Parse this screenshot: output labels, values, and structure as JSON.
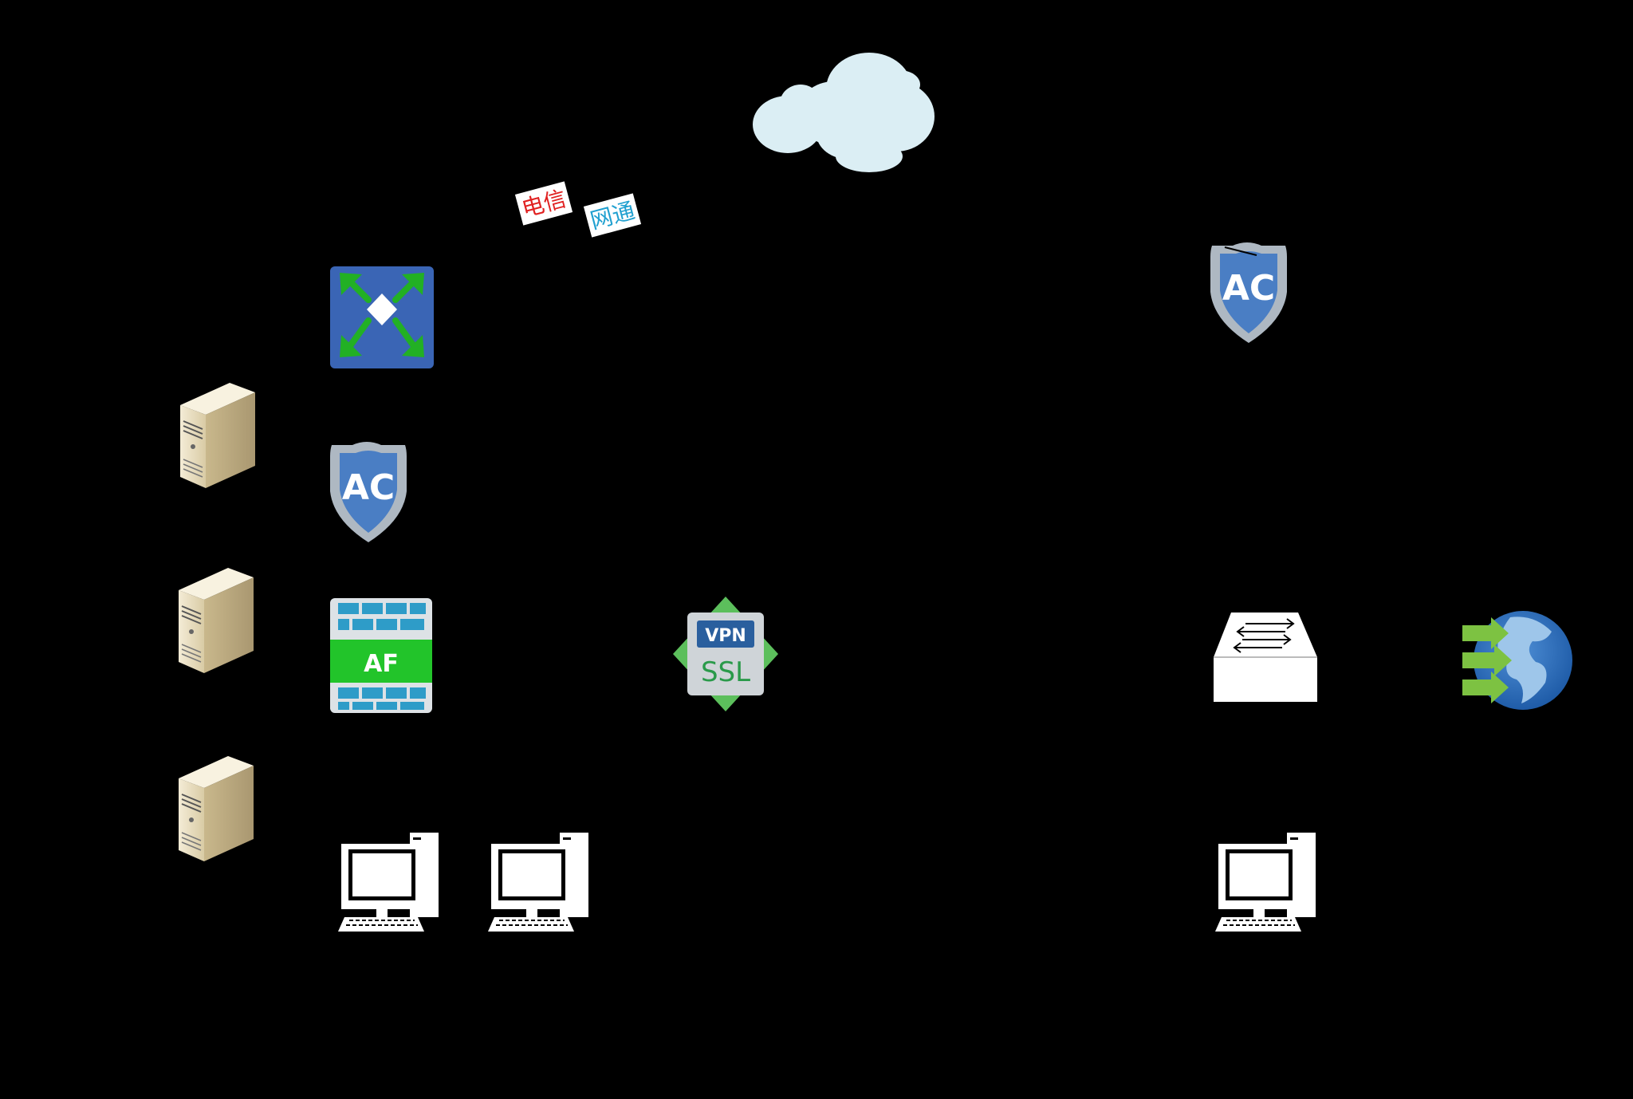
{
  "isp_labels": {
    "telecom": "电信",
    "unicom": "网通"
  },
  "devices": {
    "ac_hq": "AC",
    "ac_branch": "AC",
    "af": "AF",
    "vpn_top": "VPN",
    "vpn_bottom": "SSL"
  },
  "icons": [
    "internet-cloud-icon",
    "load-balancer-icon",
    "ac-shield-icon",
    "af-firewall-icon",
    "ssl-vpn-icon",
    "server-icon",
    "desktop-computer-icon",
    "switch-icon",
    "globe-internet-icon"
  ],
  "colors": {
    "background": "#000000",
    "cloud": "#dbeef4",
    "shield_outer": "#aeb8c2",
    "shield_inner": "#4a7ec4",
    "lb_square": "#3a65b5",
    "lb_arrows": "#22b024",
    "af_band": "#22c42a",
    "af_bricks": "#2e9cc8",
    "vpn_diamond": "#5cbf5c",
    "vpn_badge": "#2a5f9e",
    "vpn_ssl": "#2a9a4a",
    "telecom_text": "#e02020",
    "unicom_text": "#20a0d0"
  }
}
